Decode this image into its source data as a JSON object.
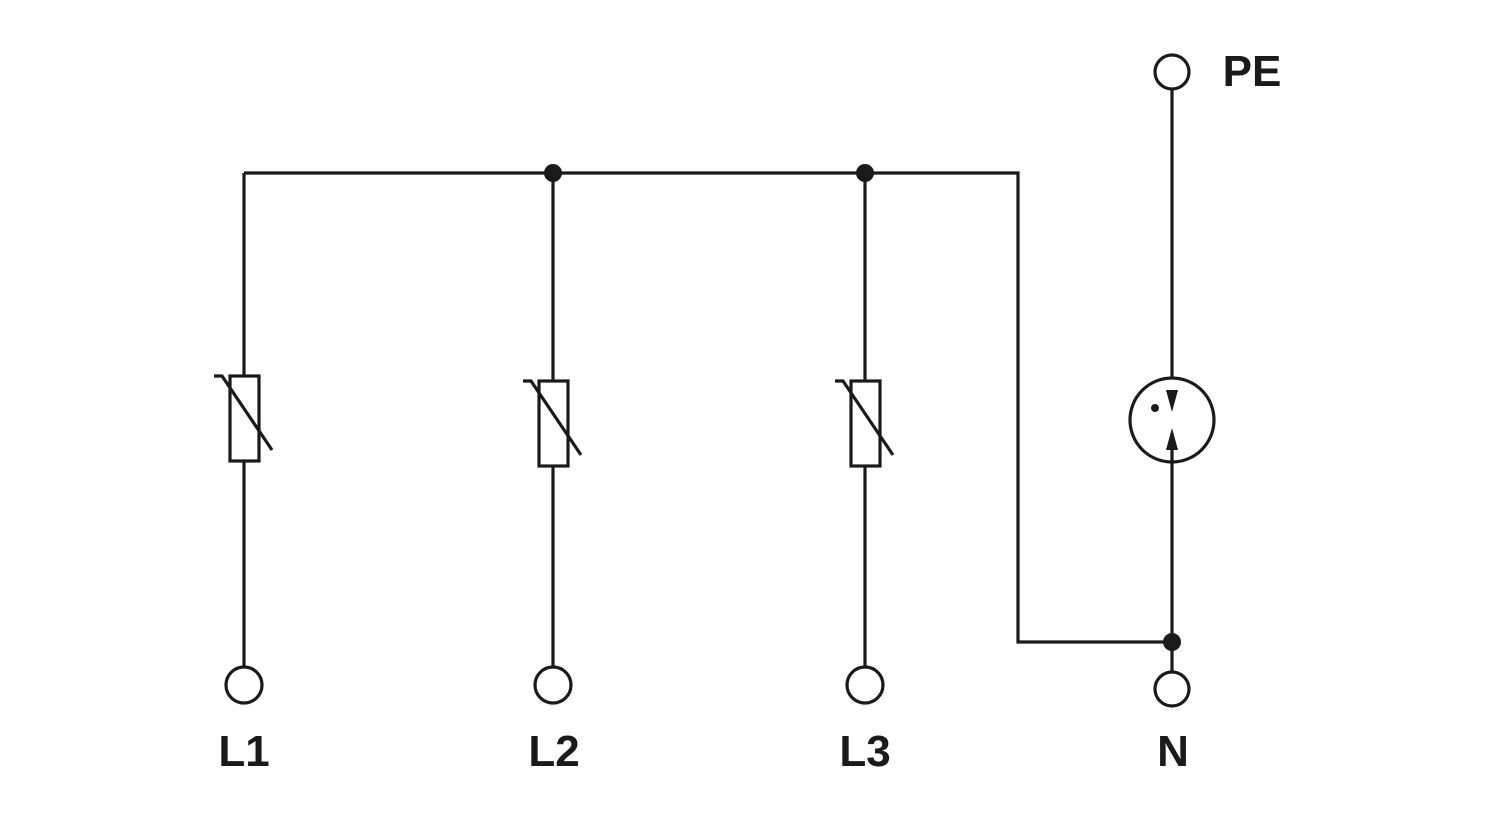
{
  "diagram": {
    "type": "surge-protection-schematic",
    "terminals": {
      "l1": "L1",
      "l2": "L2",
      "l3": "L3",
      "n": "N",
      "pe": "PE"
    },
    "components": [
      "varistor",
      "varistor",
      "varistor",
      "gas-discharge-tube"
    ],
    "colors": {
      "line": "#1a1a1a",
      "background": "#ffffff"
    }
  }
}
